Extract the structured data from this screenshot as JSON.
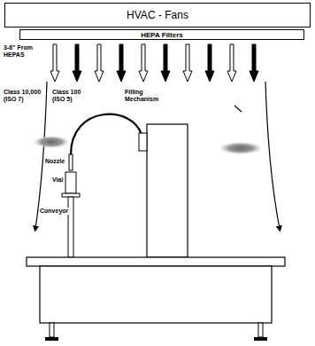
{
  "diagram": {
    "nodes": [
      {
        "text": [
          "HVAC - Fans"
        ]
      },
      {
        "text": [
          "HEPA Filters"
        ]
      }
    ],
    "labels": [
      "3-6\" From HEPAS",
      "Class 10,000 (ISO 7)",
      "Class 100 (ISO 5)",
      "Filling Mechanism",
      "Nozzle",
      "Vial",
      "Conveyor"
    ]
  }
}
